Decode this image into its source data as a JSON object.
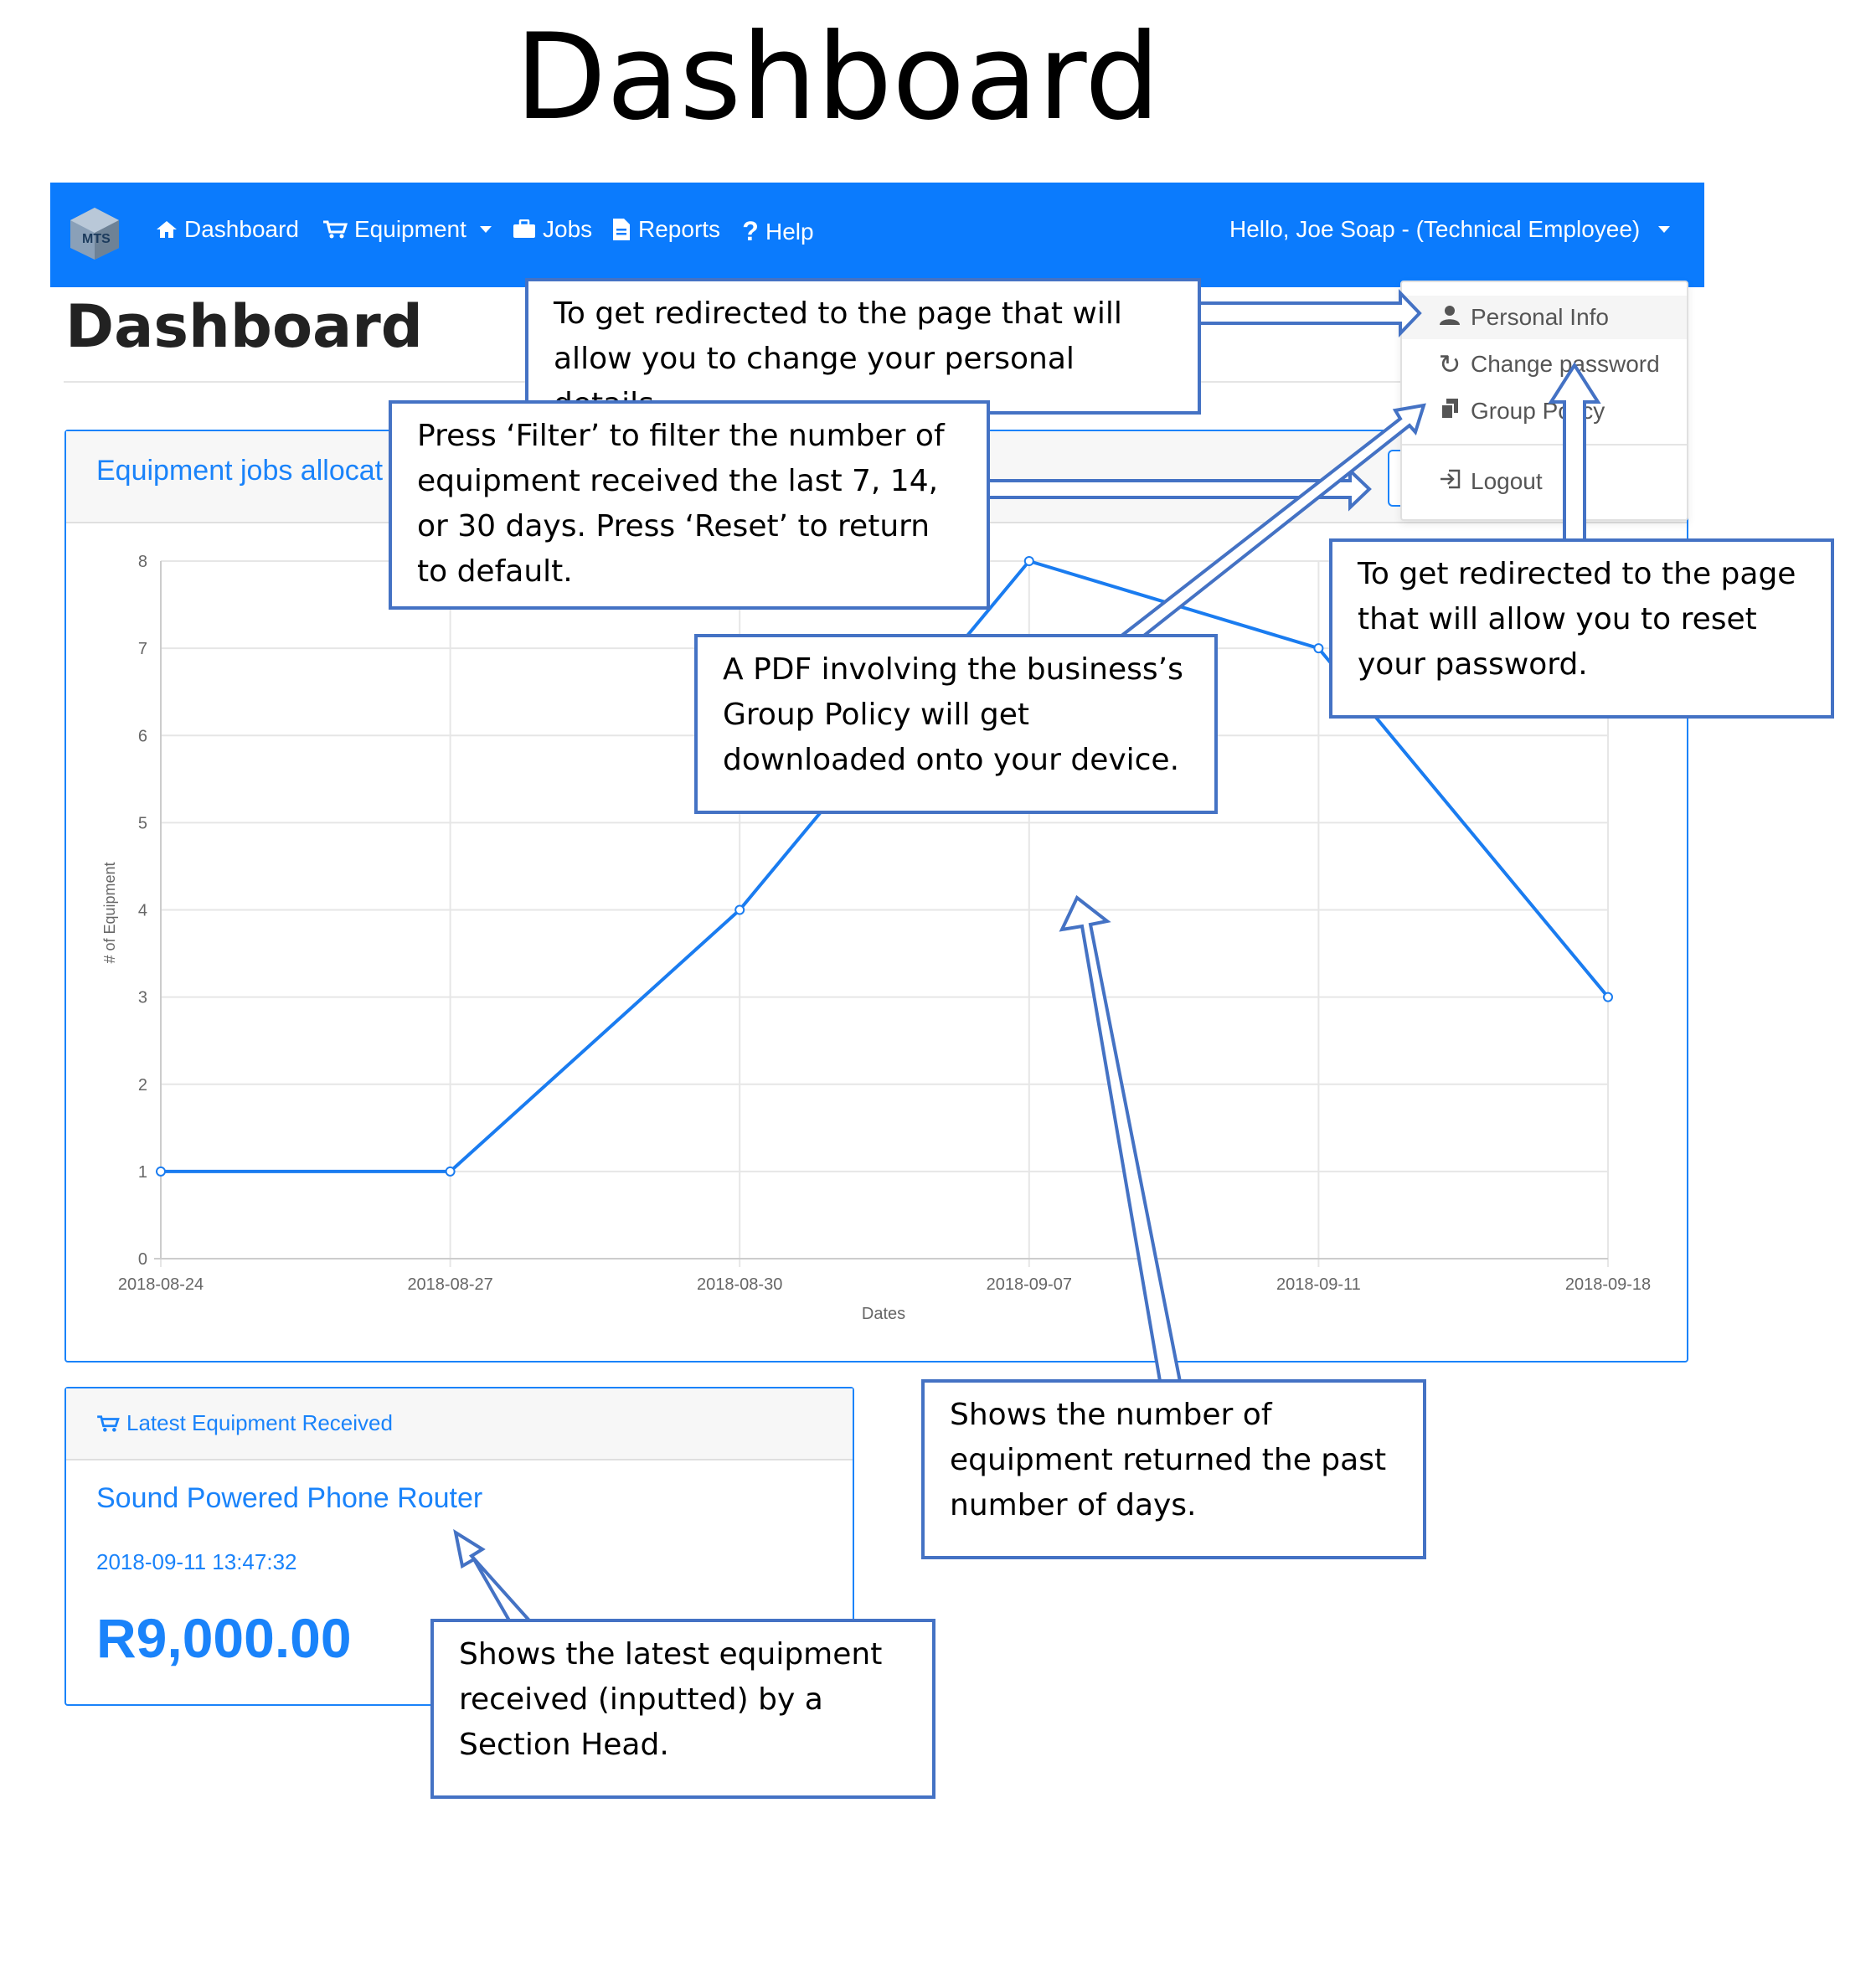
{
  "page": {
    "title": "Dashboard"
  },
  "navbar": {
    "logo_text": "MTS",
    "items": [
      {
        "label": "Dashboard",
        "icon": "home-icon"
      },
      {
        "label": "Equipment",
        "icon": "cart-icon",
        "dropdown": true
      },
      {
        "label": "Jobs",
        "icon": "briefcase-icon"
      },
      {
        "label": "Reports",
        "icon": "document-icon"
      },
      {
        "label": "Help",
        "icon": "question-icon"
      }
    ],
    "user_greeting": "Hello, Joe Soap - (Technical Employee)"
  },
  "user_menu": {
    "items": [
      {
        "label": "Personal Info",
        "icon": "user-icon"
      },
      {
        "label": "Change password",
        "icon": "refresh-icon"
      },
      {
        "label": "Group Policy",
        "icon": "copy-icon"
      },
      {
        "label": "Logout",
        "icon": "logout-icon"
      }
    ]
  },
  "main": {
    "heading": "Dashboard",
    "chart_card": {
      "title": "Equipment jobs allocat"
    },
    "latest_card": {
      "header": "Latest Equipment Received",
      "item_name": "Sound Powered Phone Router",
      "timestamp": "2018-09-11 13:47:32",
      "price": "R9,000.00"
    }
  },
  "chart_data": {
    "type": "line",
    "x": [
      "2018-08-24",
      "2018-08-27",
      "2018-08-30",
      "2018-09-07",
      "2018-09-11",
      "2018-09-18"
    ],
    "series": [
      {
        "values": [
          1,
          1,
          4,
          8,
          7,
          3
        ]
      }
    ],
    "xlabel": "Dates",
    "ylabel": "# of Equipment",
    "ylim": [
      0,
      8
    ],
    "yticks": [
      "0",
      "1",
      "2",
      "3",
      "4",
      "5",
      "6",
      "7",
      "8"
    ],
    "grid": true,
    "color": "#1a7cf0"
  },
  "callouts": {
    "personal_info": "To get redirected to the page that will allow you to change your personal details.",
    "filter": "Press ‘Filter’ to filter the number of equipment received the last 7, 14, or 30 days. Press ‘Reset’ to return to default.",
    "group_policy": "A PDF involving the business’s Group Policy will get downloaded onto your device.",
    "change_password": "To get redirected to the page that will allow you to reset your password.",
    "chart": "Shows the number of equipment returned the past number of days.",
    "latest": "Shows the latest equipment received (inputted) by a Section Head."
  },
  "colors": {
    "navbar": "#0b7bfd",
    "accent": "#1a83fa",
    "callout_border": "#4472c4"
  }
}
